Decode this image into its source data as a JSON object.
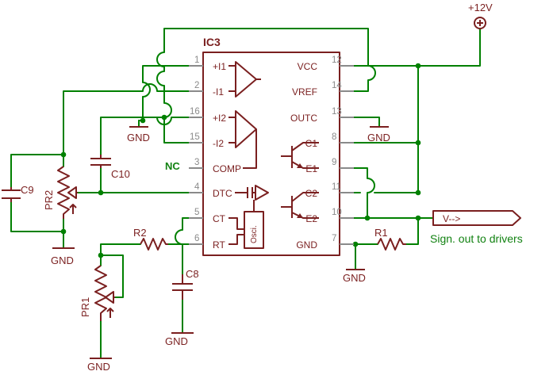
{
  "ic": {
    "name": "IC3",
    "pins": [
      {
        "num": "1",
        "label": "+I1"
      },
      {
        "num": "2",
        "label": "-I1"
      },
      {
        "num": "16",
        "label": "+I2"
      },
      {
        "num": "15",
        "label": "-I2"
      },
      {
        "num": "3",
        "label": "COMP"
      },
      {
        "num": "4",
        "label": "DTC"
      },
      {
        "num": "5",
        "label": "CT"
      },
      {
        "num": "6",
        "label": "RT"
      },
      {
        "num": "12",
        "label": "VCC"
      },
      {
        "num": "14",
        "label": "VREF"
      },
      {
        "num": "13",
        "label": "OUTC"
      },
      {
        "num": "8",
        "label": "C1"
      },
      {
        "num": "9",
        "label": "E1"
      },
      {
        "num": "11",
        "label": "C2"
      },
      {
        "num": "10",
        "label": "E2"
      },
      {
        "num": "7",
        "label": "GND"
      }
    ],
    "oscillator": "Osci."
  },
  "power": {
    "label": "+12V"
  },
  "components": {
    "c9": "C9",
    "c10": "C10",
    "c8": "C8",
    "pr1": "PR1",
    "pr2": "PR2",
    "r1": "R1",
    "r2": "R2"
  },
  "gnd_label": "GND",
  "nc_label": "NC",
  "output": {
    "connector_text": "V-->",
    "description": "Sign. out to drivers"
  },
  "colors": {
    "component": "#7a1f1f",
    "wire": "#008000",
    "pin": "#8a8a8a",
    "note": "#128212"
  }
}
